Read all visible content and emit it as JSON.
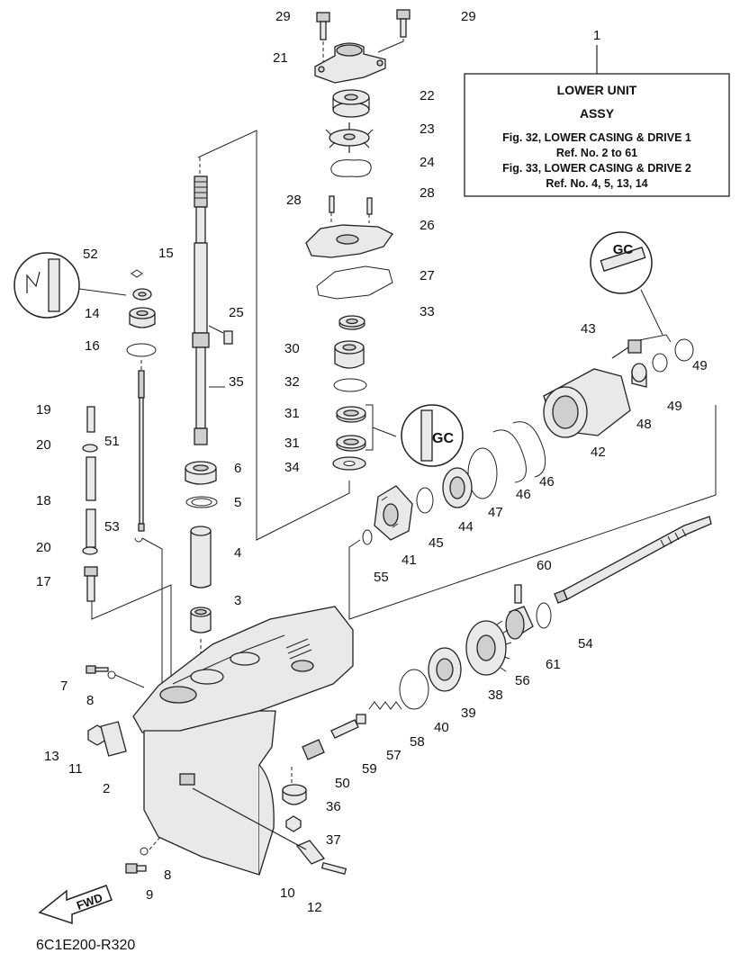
{
  "info_box": {
    "ref": "1",
    "line1": "LOWER UNIT",
    "line2": "ASSY",
    "line3": "Fig. 32, LOWER CASING & DRIVE 1",
    "line4": "Ref. No. 2 to 61",
    "line5": "Fig. 33, LOWER CASING & DRIVE 2",
    "line6": "Ref. No. 4, 5, 13, 14"
  },
  "fwd_label": "FWD",
  "sealant_label": "GC",
  "sealant_label_b": "GC",
  "drawing_code": "6C1E200-R320",
  "callouts": [
    {
      "id": "c29a",
      "text": "29"
    },
    {
      "id": "c29b",
      "text": "29"
    },
    {
      "id": "c21",
      "text": "21"
    },
    {
      "id": "c22",
      "text": "22"
    },
    {
      "id": "c23",
      "text": "23"
    },
    {
      "id": "c24",
      "text": "24"
    },
    {
      "id": "c28a",
      "text": "28"
    },
    {
      "id": "c28b",
      "text": "28"
    },
    {
      "id": "c26",
      "text": "26"
    },
    {
      "id": "c27",
      "text": "27"
    },
    {
      "id": "c33",
      "text": "33"
    },
    {
      "id": "c30",
      "text": "30"
    },
    {
      "id": "c32",
      "text": "32"
    },
    {
      "id": "c31a",
      "text": "31"
    },
    {
      "id": "c31b",
      "text": "31"
    },
    {
      "id": "c34",
      "text": "34"
    },
    {
      "id": "c52",
      "text": "52"
    },
    {
      "id": "c15",
      "text": "15"
    },
    {
      "id": "c14",
      "text": "14"
    },
    {
      "id": "c16",
      "text": "16"
    },
    {
      "id": "c25",
      "text": "25"
    },
    {
      "id": "c35",
      "text": "35"
    },
    {
      "id": "c19",
      "text": "19"
    },
    {
      "id": "c20a",
      "text": "20"
    },
    {
      "id": "c51",
      "text": "51"
    },
    {
      "id": "c18",
      "text": "18"
    },
    {
      "id": "c53",
      "text": "53"
    },
    {
      "id": "c20b",
      "text": "20"
    },
    {
      "id": "c17",
      "text": "17"
    },
    {
      "id": "c6",
      "text": "6"
    },
    {
      "id": "c5",
      "text": "5"
    },
    {
      "id": "c4",
      "text": "4"
    },
    {
      "id": "c3",
      "text": "3"
    },
    {
      "id": "c43",
      "text": "43"
    },
    {
      "id": "c49a",
      "text": "49"
    },
    {
      "id": "c49b",
      "text": "49"
    },
    {
      "id": "c48",
      "text": "48"
    },
    {
      "id": "c42",
      "text": "42"
    },
    {
      "id": "c46a",
      "text": "46"
    },
    {
      "id": "c46b",
      "text": "46"
    },
    {
      "id": "c47",
      "text": "47"
    },
    {
      "id": "c44",
      "text": "44"
    },
    {
      "id": "c45",
      "text": "45"
    },
    {
      "id": "c41",
      "text": "41"
    },
    {
      "id": "c55",
      "text": "55"
    },
    {
      "id": "c60",
      "text": "60"
    },
    {
      "id": "c54",
      "text": "54"
    },
    {
      "id": "c61",
      "text": "61"
    },
    {
      "id": "c56",
      "text": "56"
    },
    {
      "id": "c38",
      "text": "38"
    },
    {
      "id": "c39",
      "text": "39"
    },
    {
      "id": "c40",
      "text": "40"
    },
    {
      "id": "c58",
      "text": "58"
    },
    {
      "id": "c57",
      "text": "57"
    },
    {
      "id": "c59",
      "text": "59"
    },
    {
      "id": "c50",
      "text": "50"
    },
    {
      "id": "c36",
      "text": "36"
    },
    {
      "id": "c37",
      "text": "37"
    },
    {
      "id": "c7",
      "text": "7"
    },
    {
      "id": "c8a",
      "text": "8"
    },
    {
      "id": "c13",
      "text": "13"
    },
    {
      "id": "c11",
      "text": "11"
    },
    {
      "id": "c2",
      "text": "2"
    },
    {
      "id": "c8b",
      "text": "8"
    },
    {
      "id": "c9",
      "text": "9"
    },
    {
      "id": "c10",
      "text": "10"
    },
    {
      "id": "c12",
      "text": "12"
    }
  ]
}
